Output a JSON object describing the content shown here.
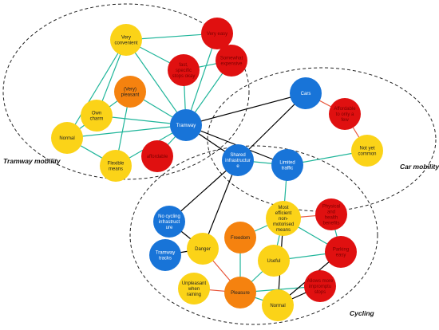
{
  "colors": {
    "yellow": "#fbd318",
    "orange": "#f5820f",
    "red": "#e01010",
    "blue": "#1874d8",
    "teal": "#1fb59a",
    "black": "#000000",
    "redEdge": "#e8553a",
    "labelOnYellow": "#222222",
    "labelOnRed": "#7a0000",
    "labelOnBlue": "#ffffff"
  },
  "regions": {
    "tramway": "Tramway mobility",
    "car": "Car mobility",
    "cycling": "Cycling"
  },
  "nodes": [
    {
      "id": "very_convenient",
      "lines": [
        "Very",
        "convenient"
      ],
      "color": "yellow"
    },
    {
      "id": "very_easy",
      "lines": [
        "Very easy"
      ],
      "color": "red"
    },
    {
      "id": "fast",
      "lines": [
        "fast,",
        "specific",
        "stops okay"
      ],
      "color": "red"
    },
    {
      "id": "somewhat_expensive",
      "lines": [
        "Somewhat",
        "expensive"
      ],
      "color": "red"
    },
    {
      "id": "very_pleasant",
      "lines": [
        "(Very)",
        "pleasant"
      ],
      "color": "orange"
    },
    {
      "id": "own_charm",
      "lines": [
        "Own",
        "charm"
      ],
      "color": "yellow"
    },
    {
      "id": "normal_tram",
      "lines": [
        "Normal"
      ],
      "color": "yellow"
    },
    {
      "id": "tramway",
      "lines": [
        "Tramway"
      ],
      "color": "blue"
    },
    {
      "id": "flexible_means",
      "lines": [
        "Flexible",
        "means"
      ],
      "color": "yellow"
    },
    {
      "id": "affordable",
      "lines": [
        "affordable"
      ],
      "color": "red"
    },
    {
      "id": "cars",
      "lines": [
        "Cars"
      ],
      "color": "blue"
    },
    {
      "id": "affordable_few",
      "lines": [
        "Affordable",
        "to only a",
        "few"
      ],
      "color": "red"
    },
    {
      "id": "not_yet_common",
      "lines": [
        "Not yet",
        "common"
      ],
      "color": "yellow"
    },
    {
      "id": "shared_infra",
      "lines": [
        "Shared",
        "infrastructur",
        "e"
      ],
      "color": "blue"
    },
    {
      "id": "limited_traffic",
      "lines": [
        "Limited",
        "traffic"
      ],
      "color": "blue"
    },
    {
      "id": "most_efficient",
      "lines": [
        "Most",
        "efficient",
        "non-",
        "motorised",
        "means"
      ],
      "color": "yellow"
    },
    {
      "id": "physical_health",
      "lines": [
        "Physical",
        "and",
        "health",
        "benefits"
      ],
      "color": "red"
    },
    {
      "id": "no_cycling_infra",
      "lines": [
        "No cycling",
        "infrastruct",
        "ure"
      ],
      "color": "blue"
    },
    {
      "id": "freedom",
      "lines": [
        "Freedom"
      ],
      "color": "orange"
    },
    {
      "id": "danger",
      "lines": [
        "Danger"
      ],
      "color": "yellow"
    },
    {
      "id": "parking_easy",
      "lines": [
        "Parking",
        "easy"
      ],
      "color": "red"
    },
    {
      "id": "tramway_tracks",
      "lines": [
        "Tramway",
        "tracks"
      ],
      "color": "blue"
    },
    {
      "id": "useful",
      "lines": [
        "Useful"
      ],
      "color": "yellow"
    },
    {
      "id": "unpleasant_raining",
      "lines": [
        "Unpleasant",
        "when",
        "raining"
      ],
      "color": "yellow"
    },
    {
      "id": "pleasure",
      "lines": [
        "Pleasure"
      ],
      "color": "orange"
    },
    {
      "id": "allows_more",
      "lines": [
        "Allows more",
        "impromptu",
        "stops"
      ],
      "color": "red"
    },
    {
      "id": "normal_cycle",
      "lines": [
        "Normal"
      ],
      "color": "yellow"
    }
  ],
  "edges": [
    {
      "from": "very_convenient",
      "to": "fast",
      "color": "teal"
    },
    {
      "from": "very_convenient",
      "to": "very_easy",
      "color": "teal"
    },
    {
      "from": "very_convenient",
      "to": "tramway",
      "color": "teal"
    },
    {
      "from": "very_convenient",
      "to": "normal_tram",
      "color": "teal"
    },
    {
      "from": "very_convenient",
      "to": "own_charm",
      "color": "teal"
    },
    {
      "from": "very_easy",
      "to": "tramway",
      "color": "teal"
    },
    {
      "from": "very_easy",
      "to": "somewhat_expensive",
      "color": "teal"
    },
    {
      "from": "fast",
      "to": "somewhat_expensive",
      "color": "teal"
    },
    {
      "from": "fast",
      "to": "tramway",
      "color": "teal"
    },
    {
      "from": "somewhat_expensive",
      "to": "tramway",
      "color": "teal"
    },
    {
      "from": "very_pleasant",
      "to": "tramway",
      "color": "teal"
    },
    {
      "from": "very_pleasant",
      "to": "normal_tram",
      "color": "teal"
    },
    {
      "from": "very_pleasant",
      "to": "flexible_means",
      "color": "teal"
    },
    {
      "from": "own_charm",
      "to": "tramway",
      "color": "teal"
    },
    {
      "from": "normal_tram",
      "to": "tramway",
      "color": "teal"
    },
    {
      "from": "normal_tram",
      "to": "flexible_means",
      "color": "teal"
    },
    {
      "from": "flexible_means",
      "to": "tramway",
      "color": "teal"
    },
    {
      "from": "affordable",
      "to": "tramway",
      "color": "teal"
    },
    {
      "from": "tramway",
      "to": "shared_infra",
      "color": "black"
    },
    {
      "from": "tramway",
      "to": "cars",
      "color": "black"
    },
    {
      "from": "tramway",
      "to": "limited_traffic",
      "color": "black"
    },
    {
      "from": "cars",
      "to": "affordable_few",
      "color": "redEdge"
    },
    {
      "from": "affordable_few",
      "to": "not_yet_common",
      "color": "redEdge"
    },
    {
      "from": "cars",
      "to": "shared_infra",
      "color": "black"
    },
    {
      "from": "shared_infra",
      "to": "limited_traffic",
      "color": "teal"
    },
    {
      "from": "limited_traffic",
      "to": "not_yet_common",
      "color": "teal"
    },
    {
      "from": "limited_traffic",
      "to": "most_efficient",
      "color": "teal"
    },
    {
      "from": "shared_infra",
      "to": "danger",
      "color": "black"
    },
    {
      "from": "shared_infra",
      "to": "no_cycling_infra",
      "color": "black"
    },
    {
      "from": "no_cycling_infra",
      "to": "danger",
      "color": "black"
    },
    {
      "from": "danger",
      "to": "tramway_tracks",
      "color": "black"
    },
    {
      "from": "danger",
      "to": "pleasure",
      "color": "redEdge"
    },
    {
      "from": "unpleasant_raining",
      "to": "pleasure",
      "color": "redEdge"
    },
    {
      "from": "freedom",
      "to": "most_efficient",
      "color": "teal"
    },
    {
      "from": "freedom",
      "to": "pleasure",
      "color": "teal"
    },
    {
      "from": "most_efficient",
      "to": "physical_health",
      "color": "redEdge"
    },
    {
      "from": "most_efficient",
      "to": "parking_easy",
      "color": "teal"
    },
    {
      "from": "most_efficient",
      "to": "useful",
      "color": "teal"
    },
    {
      "from": "most_efficient",
      "to": "normal_cycle",
      "color": "black"
    },
    {
      "from": "physical_health",
      "to": "parking_easy",
      "color": "teal"
    },
    {
      "from": "useful",
      "to": "parking_easy",
      "color": "teal"
    },
    {
      "from": "pleasure",
      "to": "allows_more",
      "color": "teal"
    },
    {
      "from": "pleasure",
      "to": "normal_cycle",
      "color": "teal"
    },
    {
      "from": "normal_cycle",
      "to": "allows_more",
      "color": "black"
    },
    {
      "from": "normal_cycle",
      "to": "parking_easy",
      "color": "black"
    },
    {
      "from": "pleasure",
      "to": "useful",
      "color": "teal"
    }
  ]
}
